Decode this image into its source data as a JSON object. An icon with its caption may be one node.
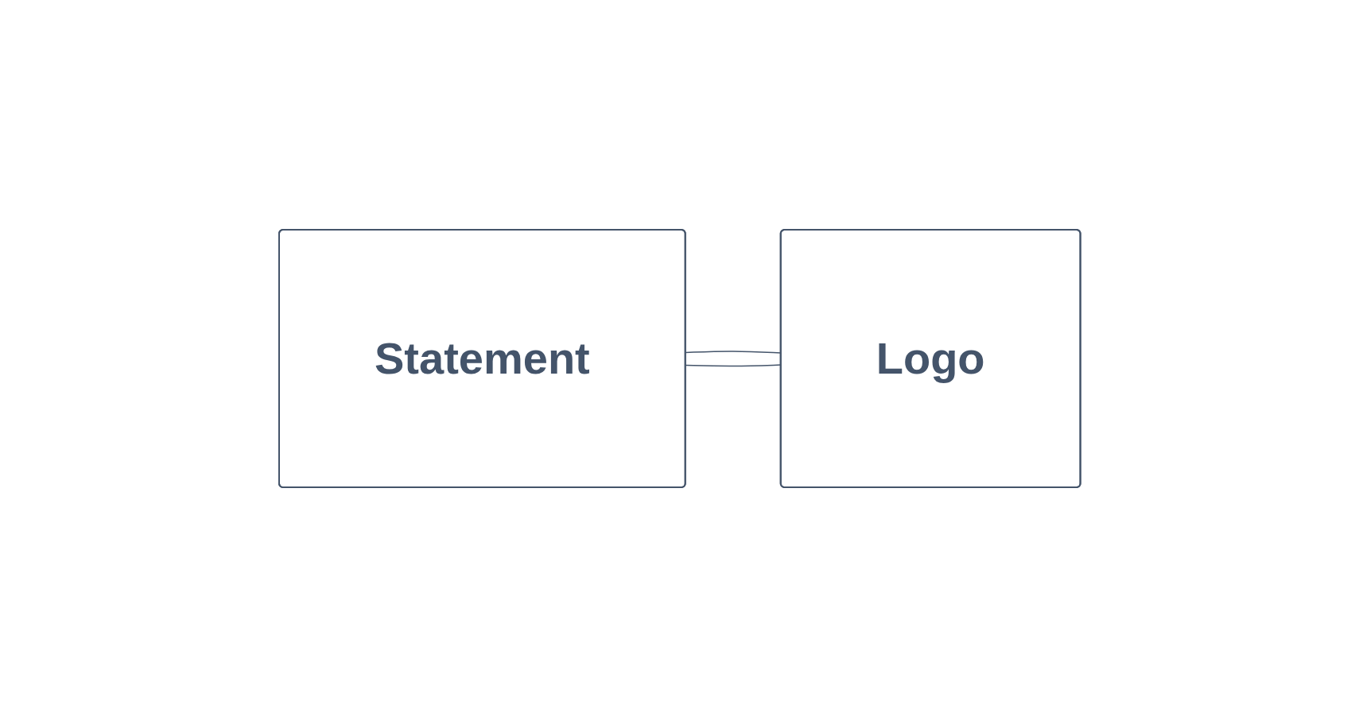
{
  "diagram": {
    "nodes": [
      {
        "text": [
          "Statement"
        ]
      },
      {
        "text": [
          "Logo"
        ]
      }
    ],
    "edges": [
      {
        "from": 0,
        "to": 1,
        "arrow": "none"
      },
      {
        "from": 1,
        "to": 0,
        "arrow": "none"
      }
    ]
  }
}
